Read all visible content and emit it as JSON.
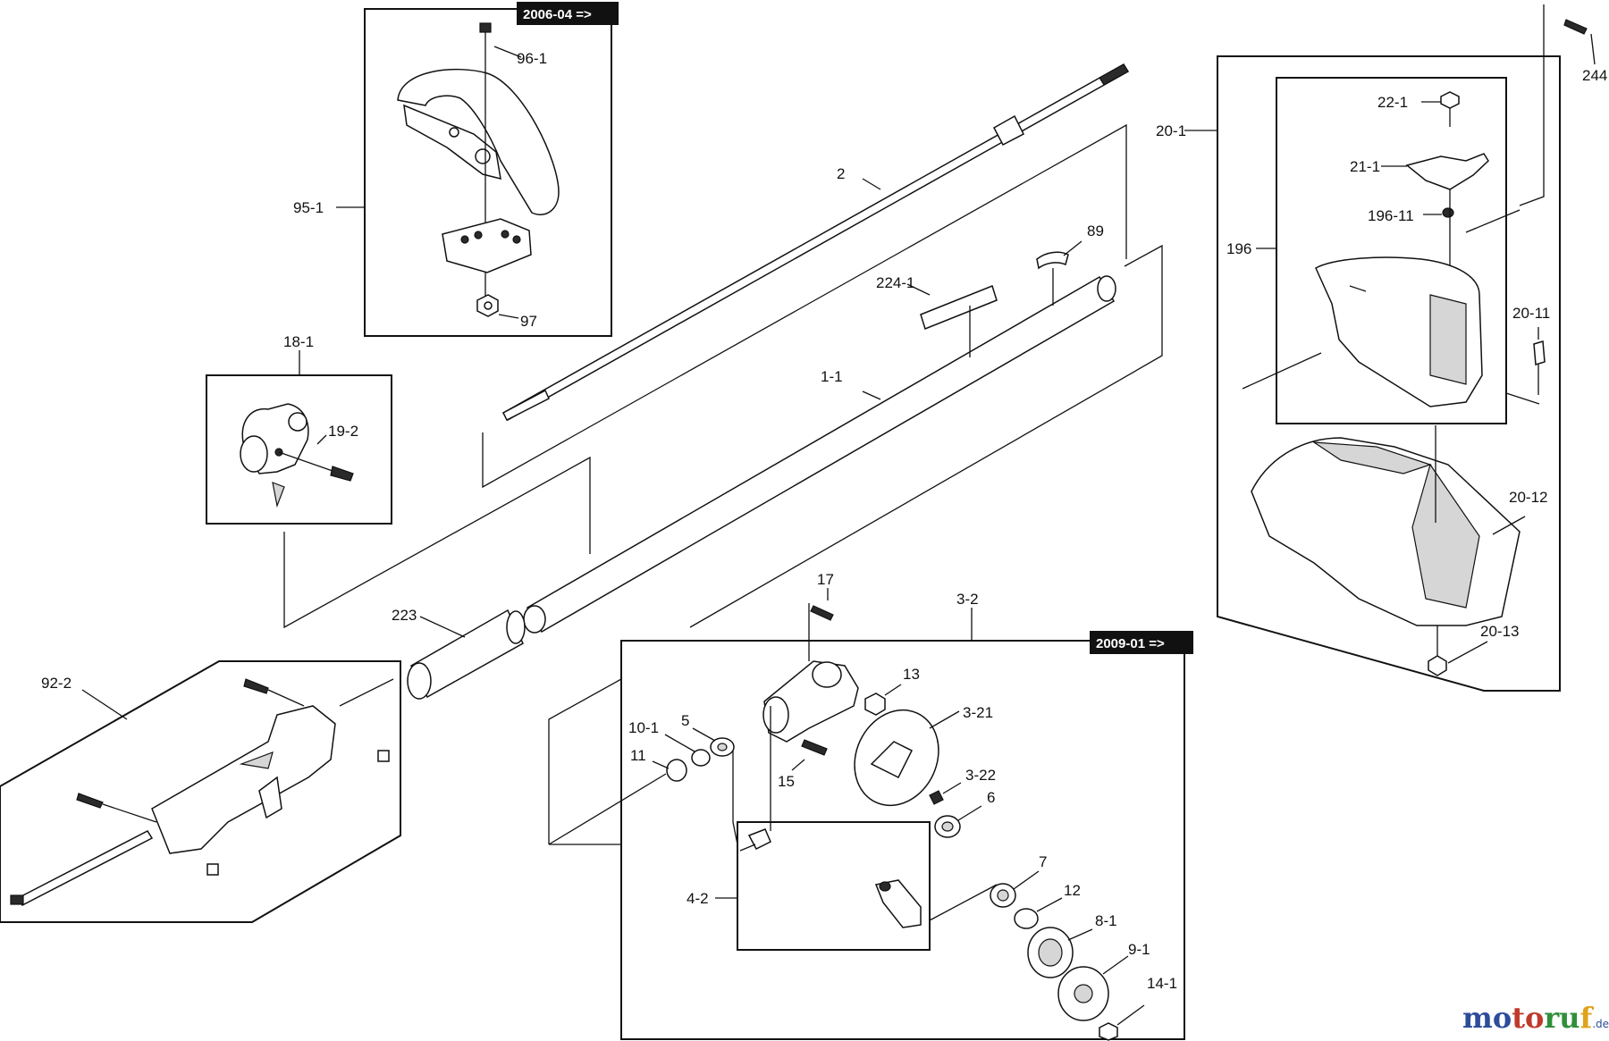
{
  "revision_tags": {
    "top_group": "2006-04 =>",
    "gear_group": "2009-01 =>"
  },
  "part_labels": {
    "p96_1": "96-1",
    "p95_1": "95-1",
    "p97": "97",
    "p18_1": "18-1",
    "p19_2": "19-2",
    "p2": "2",
    "p89": "89",
    "p224_1": "224-1",
    "p1_1": "1-1",
    "p223": "223",
    "p92_2": "92-2",
    "p17": "17",
    "p3_2": "3-2",
    "p13": "13",
    "p3_21": "3-21",
    "p10_1": "10-1",
    "p5": "5",
    "p11": "11",
    "p15": "15",
    "p3_22": "3-22",
    "p6": "6",
    "p4_2": "4-2",
    "p7": "7",
    "p12": "12",
    "p8_1": "8-1",
    "p9_1": "9-1",
    "p14_1": "14-1",
    "p244": "244",
    "p20_1": "20-1",
    "p22_1": "22-1",
    "p21_1": "21-1",
    "p196_11": "196-11",
    "p196": "196",
    "p20_11": "20-11",
    "p20_12": "20-12",
    "p20_13": "20-13"
  },
  "watermark": {
    "letters": [
      "mo",
      "to",
      "ru",
      "f"
    ],
    "suffix": ".de"
  },
  "colors": {
    "line": "#111111",
    "tag_bg": "#111111",
    "watermark_blue": "#2d4c9a",
    "watermark_red": "#c03a2b",
    "watermark_green": "#2f8f3a",
    "watermark_yellow": "#e0a21b"
  }
}
